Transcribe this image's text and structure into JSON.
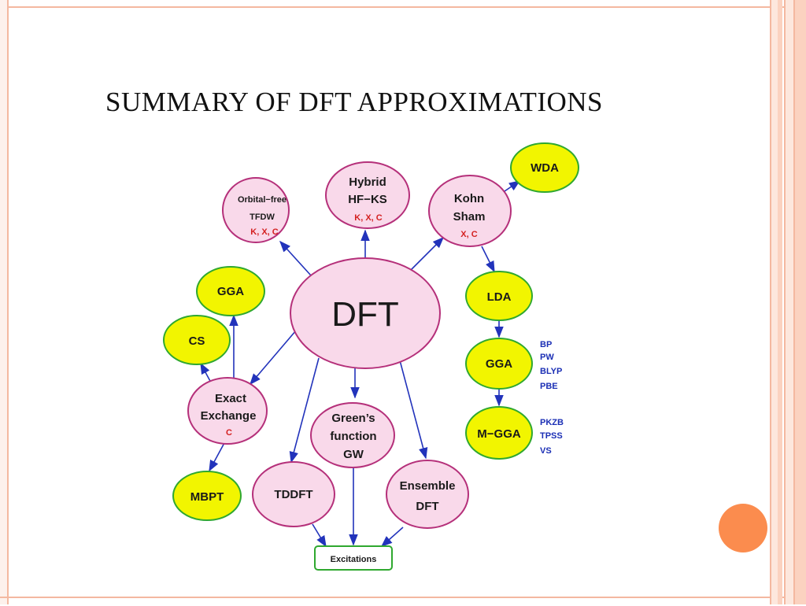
{
  "slide": {
    "title": "SUMMARY OF DFT APPROXIMATIONS"
  },
  "colors": {
    "pink_fill": "#f9d9ea",
    "pink_stroke": "#b5307a",
    "yellow_fill": "#f2f500",
    "green_stroke": "#2fa82f",
    "arrow": "#2233bb",
    "red_text": "#d42020",
    "blue_text": "#1b2fb5",
    "accent_orange": "#fb8c4e",
    "frame": "#f4b8a0"
  },
  "diagram": {
    "center": {
      "label": "DFT"
    },
    "orbital_free": {
      "line1": "Orbital−free",
      "line2": "TFDW",
      "sub": "K, X, C"
    },
    "hybrid": {
      "line1": "Hybrid",
      "line2": "HF−KS",
      "sub": "K, X, C"
    },
    "kohn_sham": {
      "line1": "Kohn",
      "line2": "Sham",
      "sub": "X, C"
    },
    "wda": {
      "label": "WDA"
    },
    "lda": {
      "label": "LDA"
    },
    "gga_right": {
      "label": "GGA"
    },
    "mgga": {
      "label": "M−GGA"
    },
    "gga_left": {
      "label": "GGA"
    },
    "cs": {
      "label": "CS"
    },
    "exact_exchange": {
      "line1": "Exact",
      "line2": "Exchange",
      "sub": "C"
    },
    "mbpt": {
      "label": "MBPT"
    },
    "greens": {
      "line1": "Green’s",
      "line2": "function",
      "line3": "GW"
    },
    "tddft": {
      "label": "TDDFT"
    },
    "ensemble": {
      "line1": "Ensemble",
      "line2": "DFT"
    },
    "excitations": {
      "label": "Excitations"
    },
    "gga_functionals": [
      "BP",
      "PW",
      "BLYP",
      "PBE"
    ],
    "mgga_functionals": [
      "PKZB",
      "TPSS",
      "VS"
    ]
  }
}
